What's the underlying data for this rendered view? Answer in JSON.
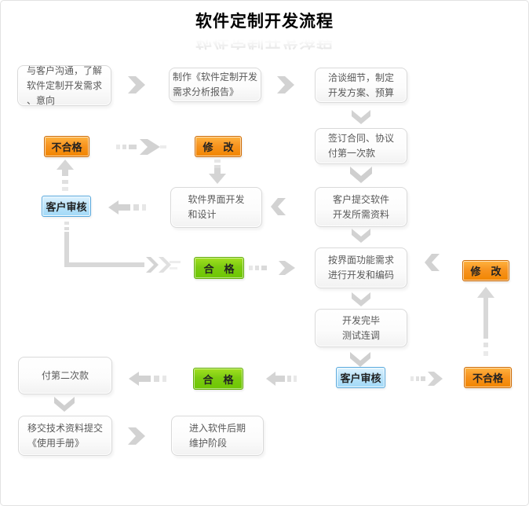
{
  "title": "软件定制开发流程",
  "colors": {
    "orange": "#F79420",
    "orange_border": "#CF6A00",
    "green": "#7CCB11",
    "green_border": "#61AD05",
    "blue": "#BCE4FA",
    "blue_border": "#54A7DD",
    "box_border": "#D9D9D9",
    "box_text": "#595959",
    "arrow": "#D2D2D2",
    "title_text": "#000000"
  },
  "nodes": {
    "communicate": {
      "lines": [
        "与客户沟通，了解",
        "软件定制开发需求",
        "、意向"
      ]
    },
    "report": {
      "lines": [
        "制作《软件定制开发",
        "需求分析报告》"
      ]
    },
    "negotiate": {
      "lines": [
        "洽谈细节，制定",
        "开发方案、预算"
      ]
    },
    "contract": {
      "lines": [
        "签订合同、协议",
        "付第一次款"
      ]
    },
    "ui_design": {
      "lines": [
        "软件界面开发",
        "和设计"
      ]
    },
    "materials": {
      "lines": [
        "客户提交软件",
        "开发所需资料"
      ]
    },
    "coding": {
      "lines": [
        "按界面功能需求",
        "进行开发和编码"
      ]
    },
    "testing": {
      "lines": [
        "开发完毕",
        "测试连调"
      ]
    },
    "second_payment": {
      "lines": [
        "付第二次款"
      ]
    },
    "handover": {
      "lines": [
        "移交技术资料提交",
        "《使用手册》"
      ]
    },
    "maintenance": {
      "lines": [
        "进入软件后期",
        "维护阶段"
      ]
    }
  },
  "badges": {
    "unqualified_1": "不合格",
    "modify_1": "修　改",
    "review_1": "客户审核",
    "qualified_1": "合　格",
    "modify_2": "修　改",
    "qualified_2": "合　格",
    "review_2": "客户审核",
    "unqualified_2": "不合格"
  }
}
